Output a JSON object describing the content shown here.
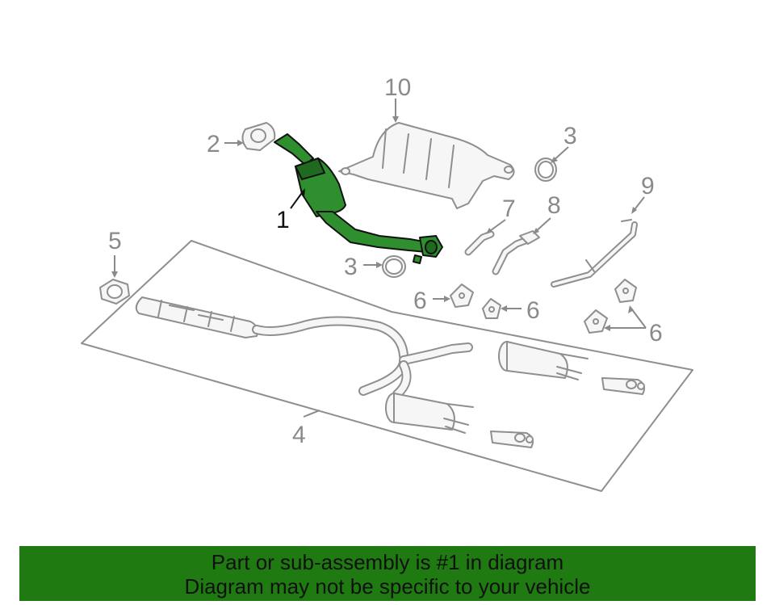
{
  "diagram": {
    "colors": {
      "highlight": "#2f8f2f",
      "outline": "#8f8f8f",
      "callout_text": "#8a8a8a",
      "banner": "#1f7a12"
    },
    "callouts": {
      "c1": "1",
      "c2": "2",
      "c3_top": "3",
      "c3_mid": "3",
      "c4": "4",
      "c5": "5",
      "c6_left": "6",
      "c6_mid": "6",
      "c6_right": "6",
      "c7": "7",
      "c8": "8",
      "c9": "9",
      "c10": "10"
    },
    "highlighted_part": "1"
  },
  "banner": {
    "line1": "Part or sub-assembly is #1 in diagram",
    "line2": "Diagram may not be specific to your vehicle"
  }
}
